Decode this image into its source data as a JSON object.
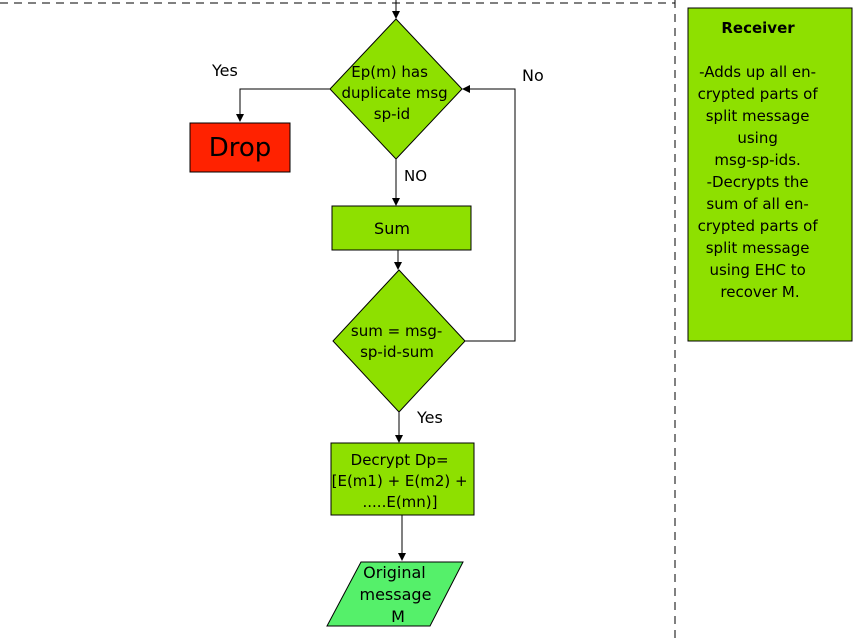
{
  "flowchart": {
    "check_duplicate": [
      "Ep(m) has",
      "duplicate msg",
      "sp-id"
    ],
    "yes_label": "Yes",
    "no_label": "No",
    "drop": "Drop",
    "no_caps_label": "NO",
    "sum": "Sum",
    "check_sum": [
      "sum = msg-",
      "sp-id-sum"
    ],
    "yes_label_2": "Yes",
    "decrypt": [
      "Decrypt Dp=",
      "[E(m1) + E(m2) +",
      ".....E(mn)]"
    ],
    "output": [
      "Original",
      "message",
      "M"
    ]
  },
  "receiver": {
    "title": "Receiver",
    "lines": [
      "-Adds up all en-",
      "crypted parts of",
      "split message",
      "using",
      "msg-sp-ids.",
      "-Decrypts the",
      "sum of all en-",
      "crypted parts of",
      "split message",
      "using EHC to",
      "recover M."
    ]
  },
  "colors": {
    "shape_fill": "#8ee000",
    "drop_fill": "#ff2200",
    "output_fill": "#55f06a",
    "stroke": "#000000"
  }
}
